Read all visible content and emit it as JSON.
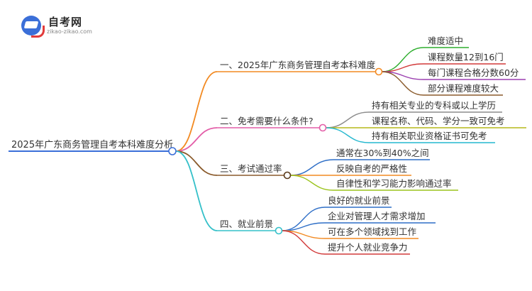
{
  "logo": {
    "title": "自考网",
    "url": "zikao-zikao.com"
  },
  "root": {
    "label": "2025年广东商务管理自考本科难度分析"
  },
  "branches": [
    {
      "label": "一、2025年广东商务管理自考本科难度",
      "color": "#f28a22",
      "children": [
        {
          "label": "难度适中",
          "color": "#2eae2e"
        },
        {
          "label": "课程数量12到16门",
          "color": "#d23a3a"
        },
        {
          "label": "每门课程合格分数60分",
          "color": "#9b3fb0"
        },
        {
          "label": "部分课程难度较大",
          "color": "#8a5a2b"
        }
      ]
    },
    {
      "label": "二、免考需要什么条件?",
      "color": "#e35ea8",
      "children": [
        {
          "label": "持有相关专业的专科或以上学历",
          "color": "#8c8c8c"
        },
        {
          "label": "课程名称、代码、学分一致可免考",
          "color": "#b5b81a"
        },
        {
          "label": "持有相关职业资格证书可免考",
          "color": "#25b8cf"
        }
      ]
    },
    {
      "label": "三、考试通过率",
      "color": "#8a5a2b",
      "children": [
        {
          "label": "通常在30%到40%之间",
          "color": "#2f6fc7"
        },
        {
          "label": "反映自考的严格性",
          "color": "#f28a22"
        },
        {
          "label": "自律性和学习能力影响通过率",
          "color": "#9cc41e"
        }
      ]
    },
    {
      "label": "四、就业前景",
      "color": "#35c0c9",
      "children": [
        {
          "label": "良好的就业前景",
          "color": "#2f6fc7"
        },
        {
          "label": "企业对管理人才需求增加",
          "color": "#2f6fc7"
        },
        {
          "label": "可在多个领域找到工作",
          "color": "#f28a22"
        },
        {
          "label": "提升个人就业竞争力",
          "color": "#d23a3a"
        }
      ]
    }
  ],
  "root_color": "#3b6fd8"
}
